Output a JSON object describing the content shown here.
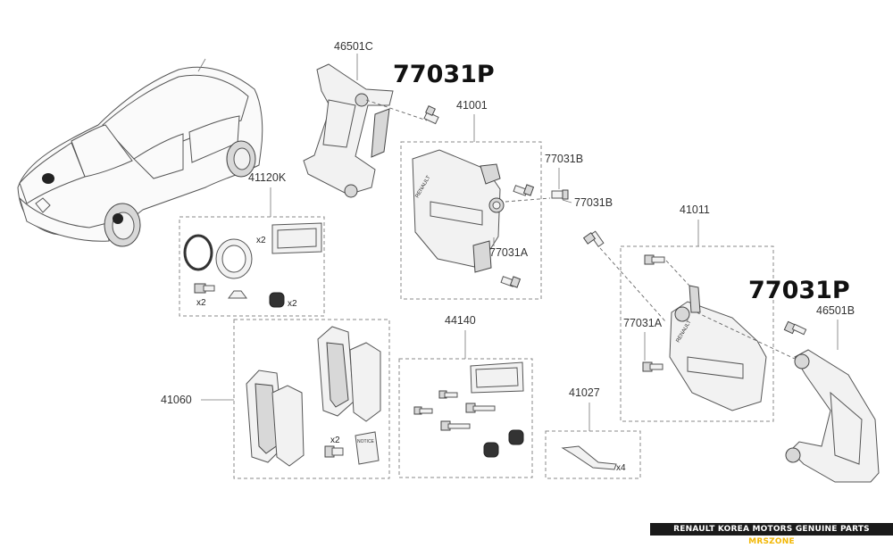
{
  "diagram": {
    "labels": {
      "p46501C": "46501C",
      "p77031P_top": "77031P",
      "p41001": "41001",
      "p77031B_a": "77031B",
      "p77031B_b": "77031B",
      "p41120K": "41120K",
      "p77031A_a": "77031A",
      "p41011": "41011",
      "p77031P_right": "77031P",
      "p46501B": "46501B",
      "p77031A_b": "77031A",
      "p44140": "44140",
      "p41060": "41060",
      "p41027": "41027"
    },
    "quantities": {
      "seal_kit_x2": "x2",
      "bolt_kit_x2": "x2",
      "boot_kit_x2": "x2",
      "pad_bolt_x2": "x2",
      "clip_x4": "x4"
    },
    "notice_label": "NOTICE",
    "caliper_logo_left": "RENAULT",
    "caliper_logo_right": "RENAULT"
  },
  "footer": {
    "text": "RENAULT KOREA MOTORS GENUINE PARTS",
    "accent": "MRSZONE"
  },
  "colors": {
    "footer_bg": "#1a1a1a",
    "footer_accent": "#f2b705",
    "line": "#555555"
  }
}
